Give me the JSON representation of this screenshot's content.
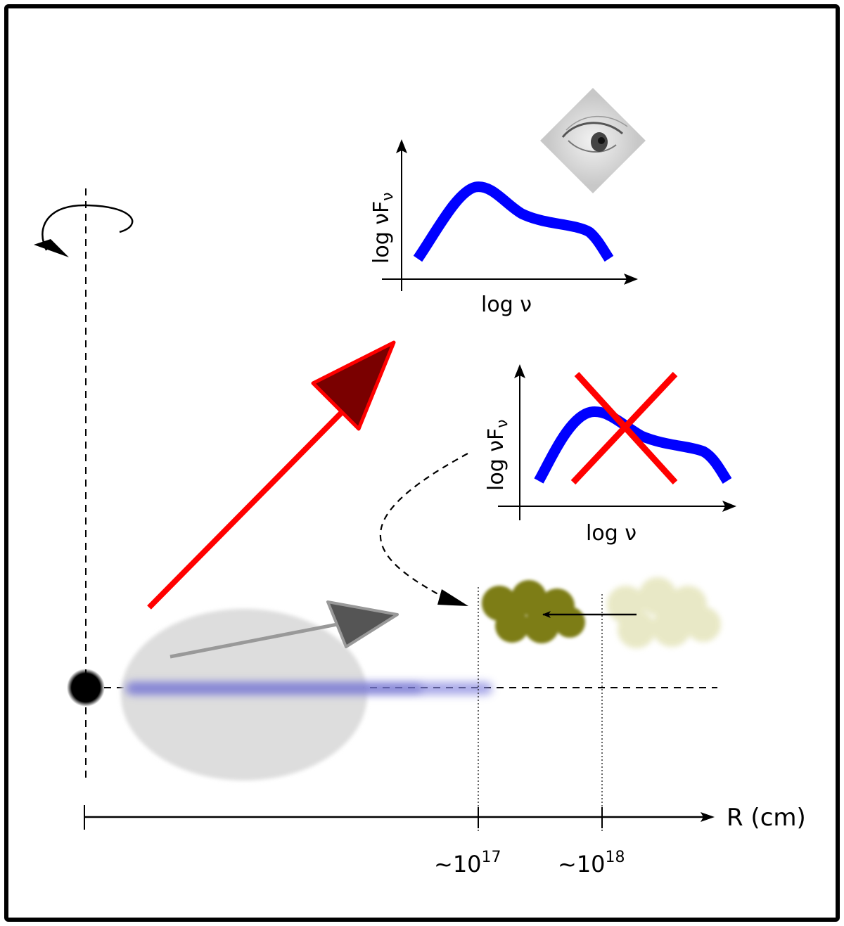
{
  "axis": {
    "label": "R (cm)",
    "ticks": [
      {
        "base": "~10",
        "exp": "17"
      },
      {
        "base": "~10",
        "exp": "18"
      }
    ]
  },
  "sed_top": {
    "ylabel_main": "log νF",
    "ylabel_sub": "ν",
    "xlabel": "log ν"
  },
  "sed_crossed": {
    "ylabel_main": "log νF",
    "ylabel_sub": "ν",
    "xlabel": "log ν"
  },
  "colors": {
    "jet_arrow": "#ff0000",
    "jet_head_fill": "#7a0000",
    "sed_curve": "#0000ff",
    "cross": "#ff0000",
    "cloud_near": "#7d7d12",
    "cloud_far": "#e6e6c0",
    "blob": "#dddddd",
    "blob_arrow": "#555555"
  }
}
